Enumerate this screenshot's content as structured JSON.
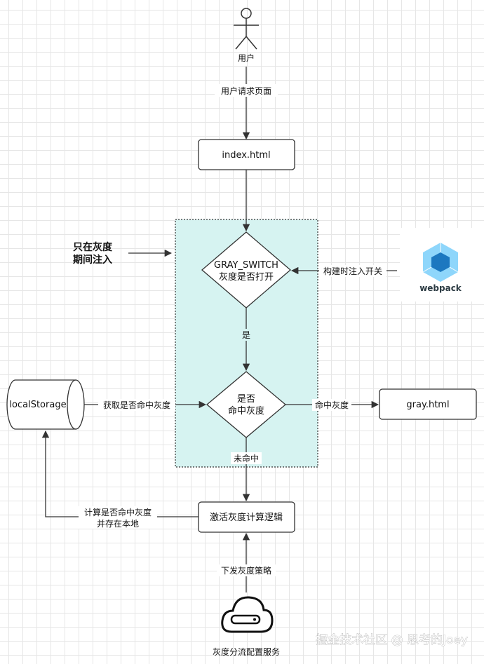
{
  "nodes": {
    "user": "用户",
    "index": "index.html",
    "gray_switch_line1": "GRAY_SWITCH",
    "gray_switch_line2": "灰度是否打开",
    "hit_line1": "是否",
    "hit_line2": "命中灰度",
    "gray_html": "gray.html",
    "local_storage": "localStorage",
    "activate": "激活灰度计算逻辑",
    "service": "灰度分流配置服务",
    "webpack": "webpack"
  },
  "edges": {
    "request_page": "用户请求页面",
    "build_inject": "构建时注入开关",
    "yes": "是",
    "get_hit": "获取是否命中灰度",
    "hit": "命中灰度",
    "not_hit": "未命中",
    "calc_line1": "计算是否命中灰度",
    "calc_line2": "并存在本地",
    "issue_policy": "下发灰度策略"
  },
  "notes": {
    "gray_only_line1": "只在灰度",
    "gray_only_line2": "期间注入"
  },
  "watermark": "掘金技术社区 @ 思考的Joey",
  "colors": {
    "region_fill": "#d6f3f1",
    "webpack_light": "#8ed6fb",
    "webpack_dark": "#1c78c0",
    "stroke": "#333333"
  }
}
